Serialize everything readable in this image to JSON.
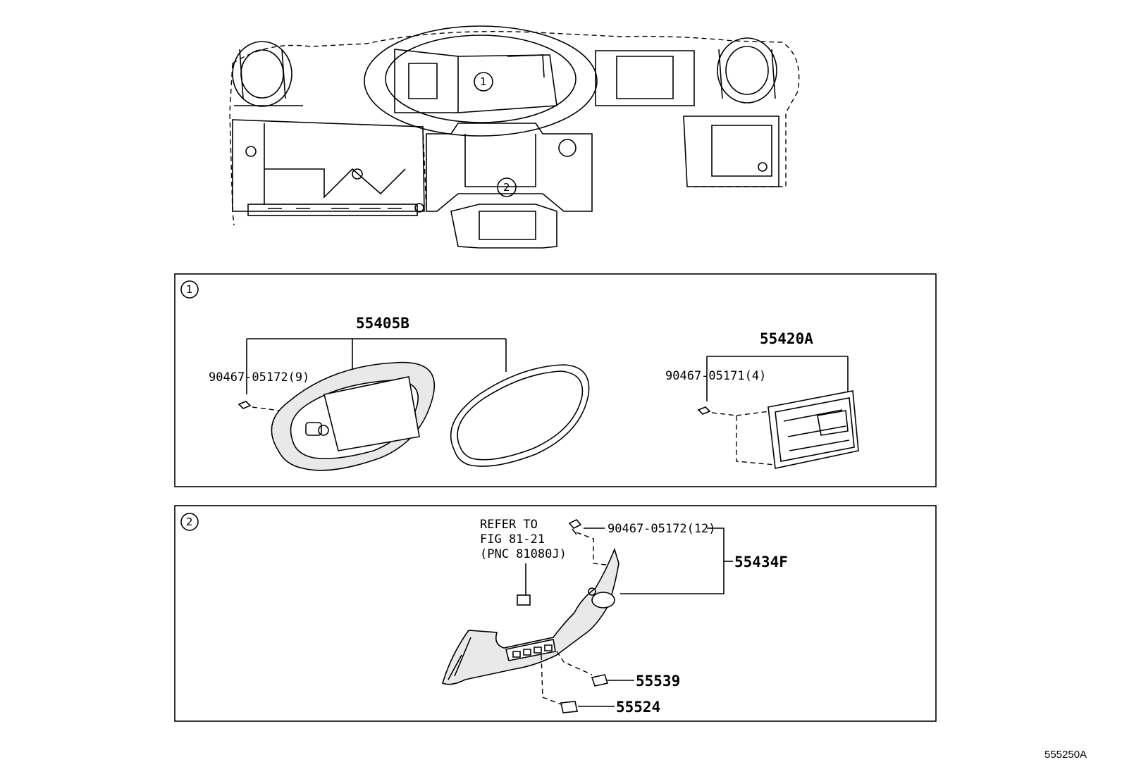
{
  "diagram": {
    "overview": {
      "callout_1": "1",
      "callout_2": "2"
    },
    "panel_1": {
      "badge": "1",
      "parts": [
        {
          "code": "55405B"
        },
        {
          "code": "90467-05172(9)"
        },
        {
          "code": "55420A"
        },
        {
          "code": "90467-05171(4)"
        }
      ]
    },
    "panel_2": {
      "badge": "2",
      "refer": [
        "REFER TO",
        "FIG 81-21",
        "(PNC 81080J)"
      ],
      "parts": [
        {
          "code": "90467-05172(12)"
        },
        {
          "code": "55434F"
        },
        {
          "code": "55539"
        },
        {
          "code": "55524"
        }
      ]
    },
    "figure_id": "555250A"
  }
}
